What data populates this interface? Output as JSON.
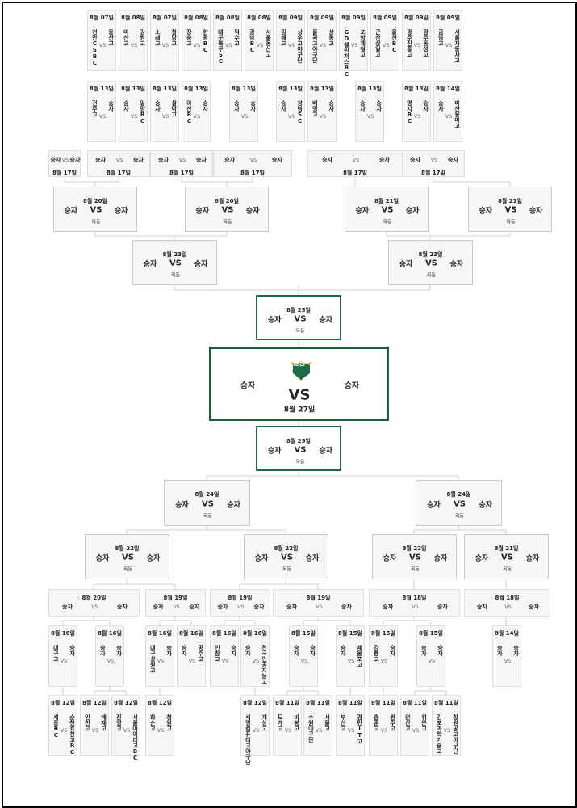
{
  "final": {
    "badge_label": "결승",
    "left": "승자",
    "right": "승자",
    "vs": "VS",
    "date": "8월 27일"
  },
  "vs_label": "VS",
  "top": {
    "r1": [
      {
        "date": "8월 07일",
        "a": "천안CSBC",
        "b": "동산고"
      },
      {
        "date": "8월 08일",
        "a": "마산고",
        "b": "강원고"
      },
      {
        "date": "8월 07일",
        "a": "소래고",
        "b": "청담고"
      },
      {
        "date": "8월 08일",
        "a": "장충고",
        "b": "한광BC"
      },
      {
        "date": "8월 08일",
        "a": "대구북구SC",
        "b": "덕수고"
      },
      {
        "date": "8월 08일",
        "a": "광남BC",
        "b": "서울동산고"
      },
      {
        "date": "8월 09일",
        "a": "김해고",
        "b": "상우고야구단"
      },
      {
        "date": "8월 09일",
        "a": "율곡고야구단",
        "b": "상동고"
      },
      {
        "date": "8월 09일",
        "a": "GD챌린저스BC",
        "b": "포항제철고"
      },
      {
        "date": "8월 09일",
        "a": "군산상일고",
        "b": "울산BC"
      },
      {
        "date": "8월 09일",
        "a": "광주진흥고",
        "b": "광주동성고"
      },
      {
        "date": "8월 09일",
        "a": "금남고",
        "b": "서울자동차고"
      }
    ],
    "r2": [
      {
        "date": "8월 13일",
        "a": "전주고",
        "b": "승자"
      },
      {
        "date": "8월 13일",
        "a": "승자",
        "b": "일양BC"
      },
      {
        "date": "8월 13일",
        "a": "승자",
        "b": "설악고"
      },
      {
        "date": "8월 13일",
        "a": "아산BC",
        "b": "승자"
      },
      {
        "date": "8월 13일",
        "a": "승자",
        "b": "승자"
      },
      {
        "date": "8월 13일",
        "a": "승자",
        "b": "창녕SC"
      },
      {
        "date": "8월 13일",
        "a": "배명고",
        "b": "승자"
      },
      {
        "date": "8월 13일",
        "a": "승자",
        "b": "승자"
      },
      {
        "date": "8월 13일",
        "a": "명지BC",
        "b": "승자"
      },
      {
        "date": "8월 14일",
        "a": "승자",
        "b": "마산용마고"
      }
    ],
    "r3": [
      {
        "date": "8월 17일",
        "a": "승자",
        "b": "승자"
      },
      {
        "date": "8월 17일",
        "a": "승자",
        "b": "승자"
      },
      {
        "date": "8월 17일",
        "a": "승자",
        "b": "승자"
      },
      {
        "date": "8월 17일",
        "a": "승자",
        "b": "승자"
      },
      {
        "date": "8월 17일",
        "a": "승자",
        "b": "승자"
      },
      {
        "date": "8월 17일",
        "a": "승자",
        "b": "승자"
      }
    ],
    "r4": [
      {
        "date": "8월 20일",
        "a": "승자",
        "b": "승자",
        "venue": "목동"
      },
      {
        "date": "8월 20일",
        "a": "승자",
        "b": "승자",
        "venue": "목동"
      },
      {
        "date": "8월 21일",
        "a": "승자",
        "b": "승자",
        "venue": "목동"
      },
      {
        "date": "8월 21일",
        "a": "승자",
        "b": "승자",
        "venue": "목동"
      }
    ],
    "qf": [
      {
        "date": "8월 23일",
        "a": "승자",
        "b": "승자",
        "venue": "목동"
      },
      {
        "date": "8월 23일",
        "a": "승자",
        "b": "승자",
        "venue": "목동"
      }
    ],
    "sf": {
      "date": "8월 25일",
      "a": "승자",
      "b": "승자",
      "venue": "목동"
    }
  },
  "bottom": {
    "sf": {
      "date": "8월 25일",
      "a": "승자",
      "b": "승자",
      "venue": "목동"
    },
    "qf": [
      {
        "date": "8월 24일",
        "a": "승자",
        "b": "승자",
        "venue": "목동"
      },
      {
        "date": "8월 24일",
        "a": "승자",
        "b": "승자",
        "venue": "목동"
      }
    ],
    "r4": [
      {
        "date": "8월 22일",
        "a": "승자",
        "b": "승자",
        "venue": "목동"
      },
      {
        "date": "8월 22일",
        "a": "승자",
        "b": "승자",
        "venue": "목동"
      },
      {
        "date": "8월 22일",
        "a": "승자",
        "b": "승자",
        "venue": "목동"
      },
      {
        "date": "8월 21일",
        "a": "승자",
        "b": "승자",
        "venue": "목동"
      }
    ],
    "r3": [
      {
        "date": "8월 20일",
        "a": "승자",
        "b": "승자"
      },
      {
        "date": "8월 19일",
        "a": "승자",
        "b": "승자"
      },
      {
        "date": "8월 19일",
        "a": "승자",
        "b": "승자"
      },
      {
        "date": "8월 19일",
        "a": "승자",
        "b": "승자"
      },
      {
        "date": "8월 18일",
        "a": "승자",
        "b": "승자"
      },
      {
        "date": "8월 18일",
        "a": "승자",
        "b": "승자"
      }
    ],
    "r2": [
      {
        "date": "8월 16일",
        "a": "대구고",
        "b": "승자"
      },
      {
        "date": "8월 16일",
        "a": "승자",
        "b": "승자"
      },
      {
        "date": "8월 16일",
        "a": "대구상원고",
        "b": "승자"
      },
      {
        "date": "8월 16일",
        "a": "승자",
        "b": "공주고"
      },
      {
        "date": "8월 16일",
        "a": "인창고",
        "b": "승자"
      },
      {
        "date": "8월 16일",
        "a": "승자",
        "b": "전국인공지능고"
      },
      {
        "date": "8월 15일",
        "a": "승자",
        "b": "승자"
      },
      {
        "date": "8월 15일",
        "a": "승자",
        "b": "제물포고"
      },
      {
        "date": "8월 15일",
        "a": "강릉고",
        "b": "승자"
      },
      {
        "date": "8월 15일",
        "a": "승자",
        "b": "승자"
      },
      {
        "date": "8월 14일",
        "a": "승자",
        "b": "승자"
      }
    ],
    "r1": [
      {
        "date": "8월 12일",
        "a": "세종BC",
        "b": "순천효천고BC"
      },
      {
        "date": "8월 12일",
        "a": "인천고",
        "b": "배재고"
      },
      {
        "date": "8월 12일",
        "a": "진영고",
        "b": "서울아이티고BC"
      },
      {
        "date": "8월 12일",
        "a": "화순고",
        "b": "청원고"
      },
      {
        "date": "8월 12일",
        "a": "세명컴퓨터고야구단",
        "b": "개성고"
      },
      {
        "date": "8월 11일",
        "a": "도개고",
        "b": "비봉고"
      },
      {
        "date": "8월 11일",
        "a": "수원야구단",
        "b": "서울고"
      },
      {
        "date": "8월 11일",
        "a": "부산고",
        "b": "경민IT고"
      },
      {
        "date": "8월 11일",
        "a": "충훈고",
        "b": "원주고"
      },
      {
        "date": "8월 11일",
        "a": "안산고",
        "b": "휘문고"
      },
      {
        "date": "8월 11일",
        "a": "김포과학기술고",
        "b": "창원공고야구단"
      }
    ]
  }
}
